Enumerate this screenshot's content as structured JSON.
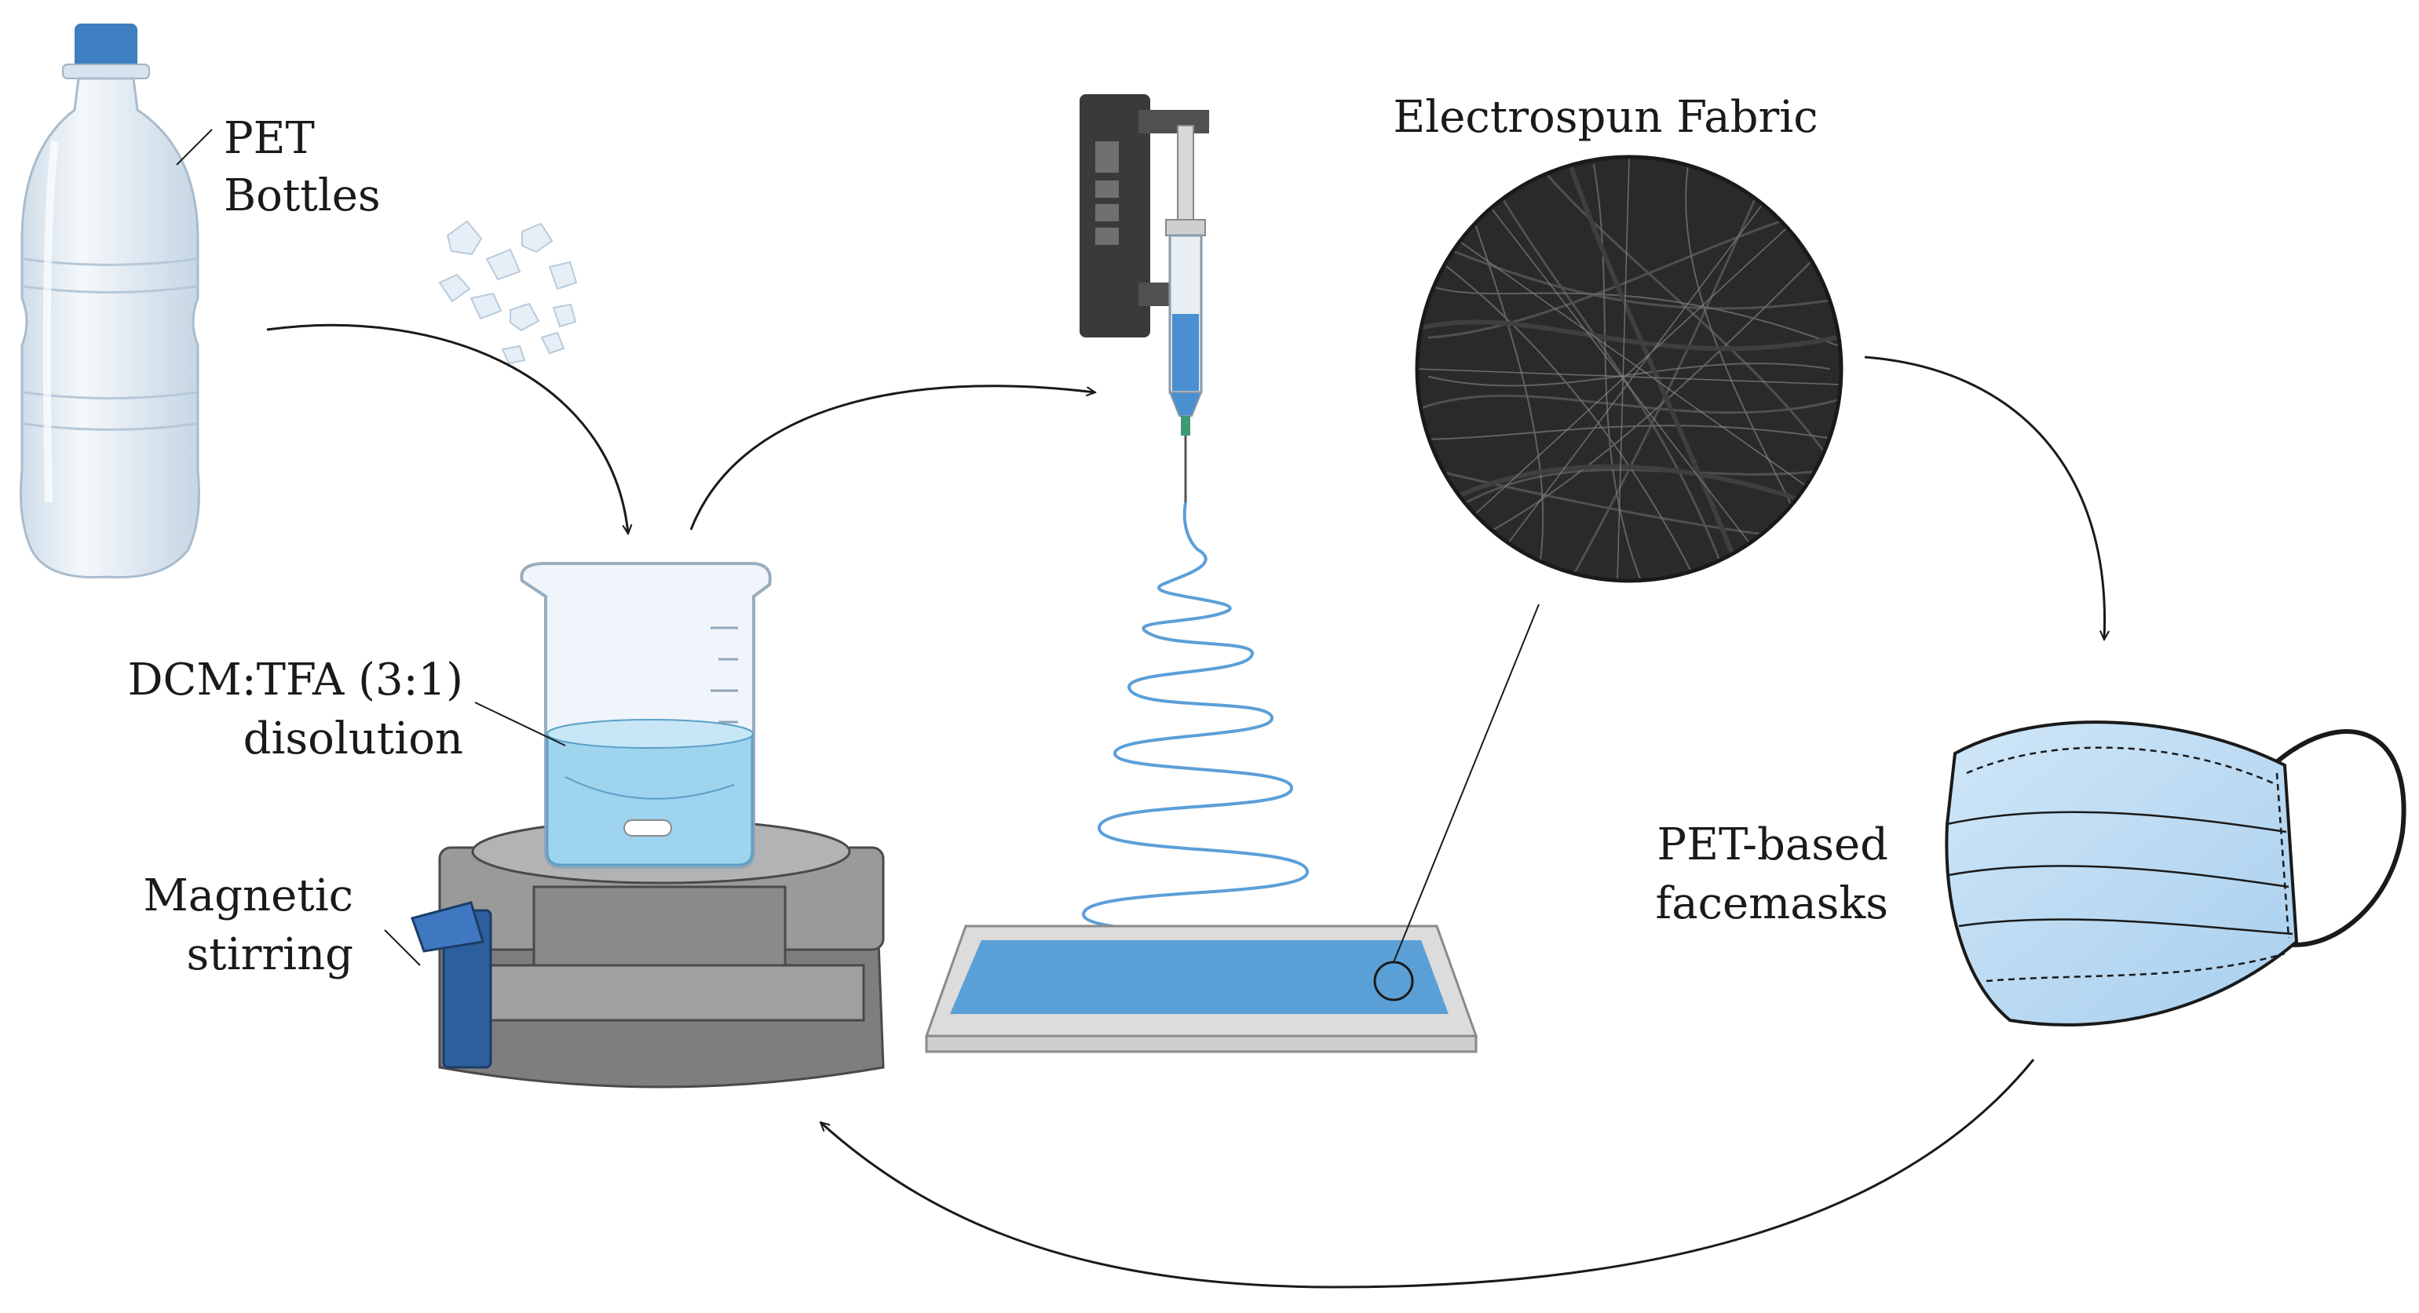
{
  "labels": {
    "pet_bottles_line1": "PET",
    "pet_bottles_line2": "Bottles",
    "solution_line1": "DCM:TFA (3:1)",
    "solution_line2": "disolution",
    "stirring_line1": "Magnetic",
    "stirring_line2": "stirring",
    "fabric": "Electrospun Fabric",
    "facemask_line1": "PET-based",
    "facemask_line2": "facemasks"
  },
  "colors": {
    "bottle": "#e4eef7",
    "bottle_cap": "#3d7fc0",
    "liquid": "#9fd4ee",
    "stirrer_body": "#8e8e8e",
    "stirrer_knob": "#2d5e9e",
    "pump_body": "#3a3a3a",
    "syringe_fluid": "#4a8fd0",
    "fiber_jet": "#5b9fd8",
    "collector_plate": "#5aa0d6",
    "collector_frame": "#dcdcdc",
    "fabric_bg": "#2a2a2a",
    "mask": "#bcdcf3",
    "arrow": "#1a1a1a"
  }
}
